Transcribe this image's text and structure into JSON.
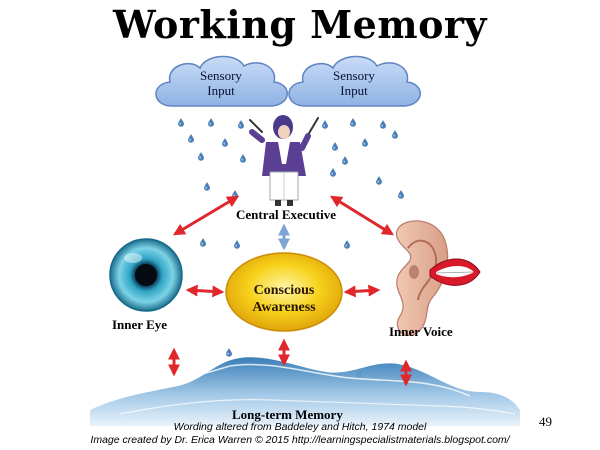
{
  "title": "Working Memory",
  "clouds": [
    {
      "label": "Sensory\nInput"
    },
    {
      "label": "Sensory\nInput"
    }
  ],
  "nodes": {
    "central_executive": "Central Executive",
    "conscious_awareness": "Conscious\nAwareness",
    "inner_eye": "Inner Eye",
    "inner_voice": "Inner Voice",
    "long_term_memory": "Long-term Memory"
  },
  "credits": {
    "line1": "Wording altered from Baddeley and Hitch, 1974 model",
    "line2": "Image created by Dr. Erica Warren © 2015 http://learningspecialistmaterials.blogspot.com/"
  },
  "slide_number": "49",
  "colors": {
    "arrow": "#e0282c",
    "vertical_arrow": "#7da4d4",
    "cloud": "#a9c6ee",
    "awareness_fill": "#f7d21c",
    "eye_iris": "#2fa3c4",
    "water": "#4a8fc6",
    "raindrop": "#4b7fb7"
  },
  "icons": [
    "cloud-icon",
    "raindrop-icon",
    "conductor-icon",
    "eye-icon",
    "ear-icon",
    "mouth-icon",
    "water-wave-icon"
  ]
}
